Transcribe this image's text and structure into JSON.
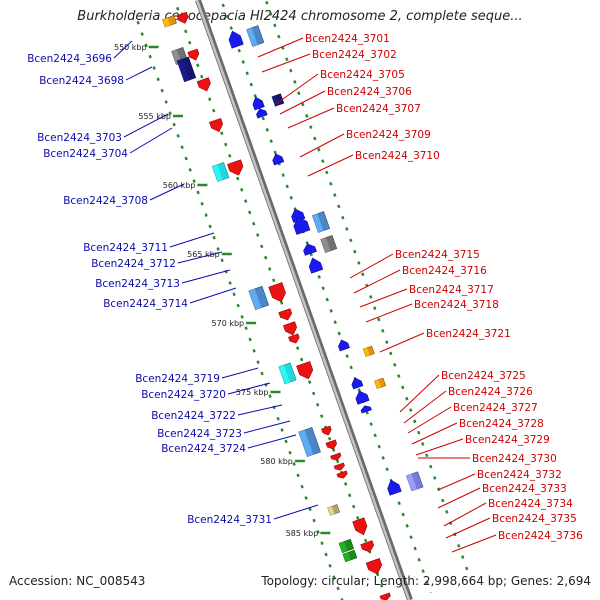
{
  "title": "Burkholderia cenocepacia HI2424 chromosome 2, complete seque...",
  "footer": {
    "accession": "Accession: NC_008543",
    "summary": "Topology: circular; Length: 2,998,664 bp; Genes: 2,694"
  },
  "colors": {
    "backbone": "#9a9a9a",
    "left_label": "#0b0bb0",
    "right_label": "#cc0000",
    "tick_dots": "#2a8a2a",
    "forward_gene": "#1a1af0",
    "reverse_gene": "#ee1111",
    "blue_feature": "#4a86c8",
    "cyan_feature": "#22d8e0",
    "orange_feature": "#e8900a",
    "gray_feature": "#707070",
    "navy_feature": "#15156e",
    "purple_feature": "#7a7ad8",
    "khaki_feature": "#b0a868",
    "green_feature": "#1a8a1a"
  },
  "scale_ticks": [
    "550 kbp",
    "555 kbp",
    "560 kbp",
    "565 kbp",
    "570 kbp",
    "575 kbp",
    "580 kbp",
    "585 kbp"
  ],
  "left_genes": [
    "Bcen2424_3696",
    "Bcen2424_3698",
    "Bcen2424_3703",
    "Bcen2424_3704",
    "Bcen2424_3708",
    "Bcen2424_3711",
    "Bcen2424_3712",
    "Bcen2424_3713",
    "Bcen2424_3714",
    "Bcen2424_3719",
    "Bcen2424_3720",
    "Bcen2424_3722",
    "Bcen2424_3723",
    "Bcen2424_3724",
    "Bcen2424_3731"
  ],
  "right_genes": [
    "Bcen2424_3701",
    "Bcen2424_3702",
    "Bcen2424_3705",
    "Bcen2424_3706",
    "Bcen2424_3707",
    "Bcen2424_3709",
    "Bcen2424_3710",
    "Bcen2424_3715",
    "Bcen2424_3716",
    "Bcen2424_3717",
    "Bcen2424_3718",
    "Bcen2424_3721",
    "Bcen2424_3725",
    "Bcen2424_3726",
    "Bcen2424_3727",
    "Bcen2424_3728",
    "Bcen2424_3729",
    "Bcen2424_3730",
    "Bcen2424_3732",
    "Bcen2424_3733",
    "Bcen2424_3734",
    "Bcen2424_3735",
    "Bcen2424_3736"
  ]
}
